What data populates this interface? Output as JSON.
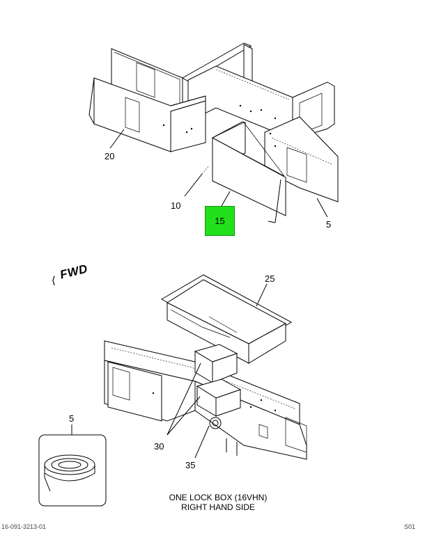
{
  "callouts": {
    "c20": "20",
    "c10": "10",
    "c15": "15",
    "c5_top": "5",
    "c25": "25",
    "c30": "30",
    "c35": "35",
    "c5_detail": "5"
  },
  "direction": {
    "label": "FWD"
  },
  "caption": {
    "line1": "ONE LOCK BOX (16VHN)",
    "line2": "RIGHT HAND SIDE"
  },
  "footer": {
    "left": "16-091-3213-01",
    "right": "S01"
  },
  "colors": {
    "highlight": "#22e01a"
  },
  "icons": {
    "direction_arrow": "fwd-arrow-icon"
  }
}
